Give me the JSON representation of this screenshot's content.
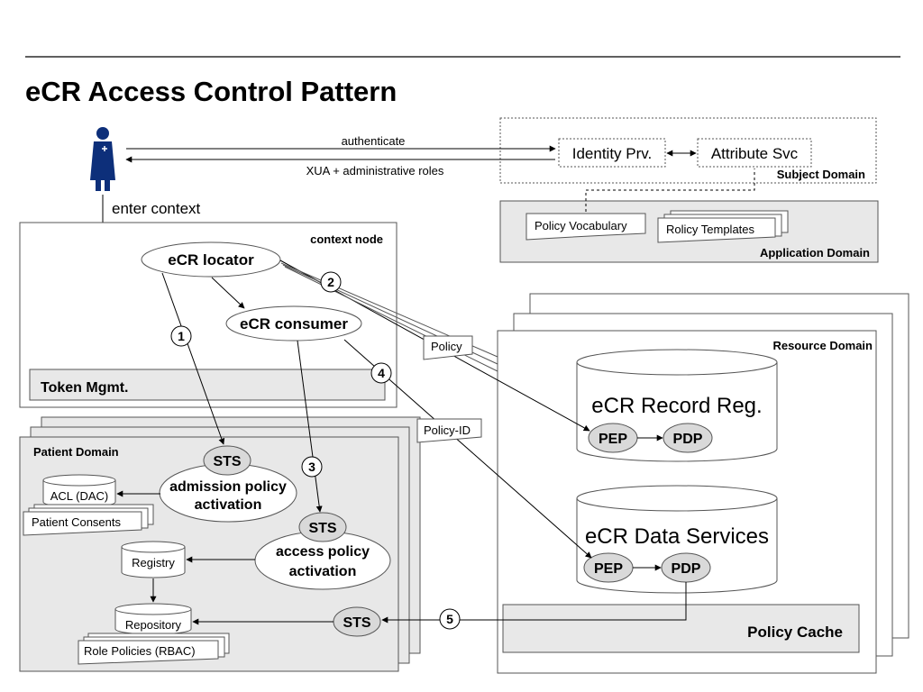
{
  "title": "eCR Access Control Pattern",
  "arrows": {
    "authenticate": "authenticate",
    "xua": "XUA + administrative roles",
    "enter_context": "enter context"
  },
  "domains": {
    "subject": "Subject Domain",
    "application": "Application Domain",
    "context": "context node",
    "resource": "Resource Domain",
    "patient": "Patient Domain"
  },
  "subject_domain": {
    "identity_provider": "Identity Prv.",
    "attribute_service": "Attribute Svc"
  },
  "application_domain": {
    "policy_vocabulary": "Policy Vocabulary",
    "policy_templates": "Rolicy Templates"
  },
  "context_node": {
    "ecr_locator": "eCR locator",
    "ecr_consumer": "eCR consumer",
    "token_mgmt": "Token Mgmt."
  },
  "flags": {
    "policy": "Policy",
    "policy_id": "Policy-ID"
  },
  "steps": [
    "1",
    "2",
    "3",
    "4",
    "5"
  ],
  "resource_domain": {
    "record_registry": "eCR Record Reg.",
    "data_services": "eCR Data Services",
    "pep": "PEP",
    "pdp": "PDP",
    "policy_cache": "Policy Cache"
  },
  "patient_domain": {
    "sts": "STS",
    "admission_line1": "admission policy",
    "admission_line2": "activation",
    "access_line1": "access policy",
    "access_line2": "activation",
    "acl": "ACL (DAC)",
    "patient_consents": "Patient Consents",
    "registry": "Registry",
    "repository": "Repository",
    "role_policies": "Role Policies (RBAC)"
  }
}
